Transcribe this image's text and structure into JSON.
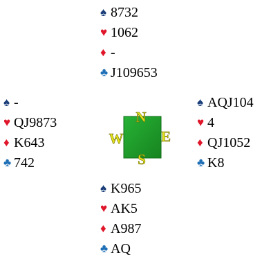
{
  "colors": {
    "spade": "#1b3f7a",
    "heart": "#e0162b",
    "diamond": "#e0162b",
    "club": "#1e6fb6",
    "compass_green": "#1f9a2c",
    "compass_letters": "#e3e21a"
  },
  "compass": {
    "n": "N",
    "w": "W",
    "e": "E",
    "s": "S"
  },
  "north": {
    "spades": {
      "icon": "♠",
      "cards": "8732"
    },
    "hearts": {
      "icon": "♥",
      "cards": "1062"
    },
    "diamonds": {
      "icon": "♦",
      "cards": "-"
    },
    "clubs": {
      "icon": "♣",
      "cards": "J109653"
    }
  },
  "west": {
    "spades": {
      "icon": "♠",
      "cards": "-"
    },
    "hearts": {
      "icon": "♥",
      "cards": "QJ9873"
    },
    "diamonds": {
      "icon": "♦",
      "cards": "K643"
    },
    "clubs": {
      "icon": "♣",
      "cards": "742"
    }
  },
  "east": {
    "spades": {
      "icon": "♠",
      "cards": "AQJ104"
    },
    "hearts": {
      "icon": "♥",
      "cards": "4"
    },
    "diamonds": {
      "icon": "♦",
      "cards": "QJ1052"
    },
    "clubs": {
      "icon": "♣",
      "cards": "K8"
    }
  },
  "south": {
    "spades": {
      "icon": "♠",
      "cards": "K965"
    },
    "hearts": {
      "icon": "♥",
      "cards": "AK5"
    },
    "diamonds": {
      "icon": "♦",
      "cards": "A987"
    },
    "clubs": {
      "icon": "♣",
      "cards": "AQ"
    }
  }
}
